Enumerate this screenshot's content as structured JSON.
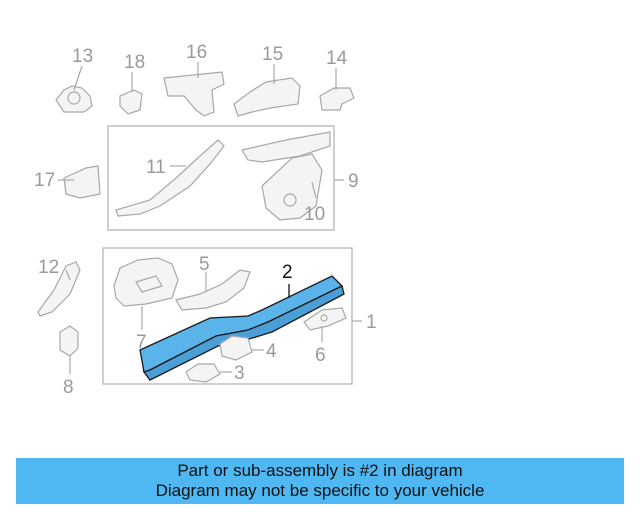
{
  "callouts": {
    "c1": "1",
    "c2": "2",
    "c3": "3",
    "c4": "4",
    "c5": "5",
    "c6": "6",
    "c7": "7",
    "c8": "8",
    "c9": "9",
    "c10": "10",
    "c11": "11",
    "c12": "12",
    "c13": "13",
    "c14": "14",
    "c15": "15",
    "c16": "16",
    "c17": "17",
    "c18": "18"
  },
  "highlighted_part": "2",
  "colors": {
    "highlight": "#5ab4ea",
    "caption_bg": "#4fb7f1",
    "callout": "#9a9a9a"
  },
  "caption": {
    "line1": "Part or sub-assembly is #2 in diagram",
    "line2": "Diagram may not be specific to your vehicle"
  }
}
